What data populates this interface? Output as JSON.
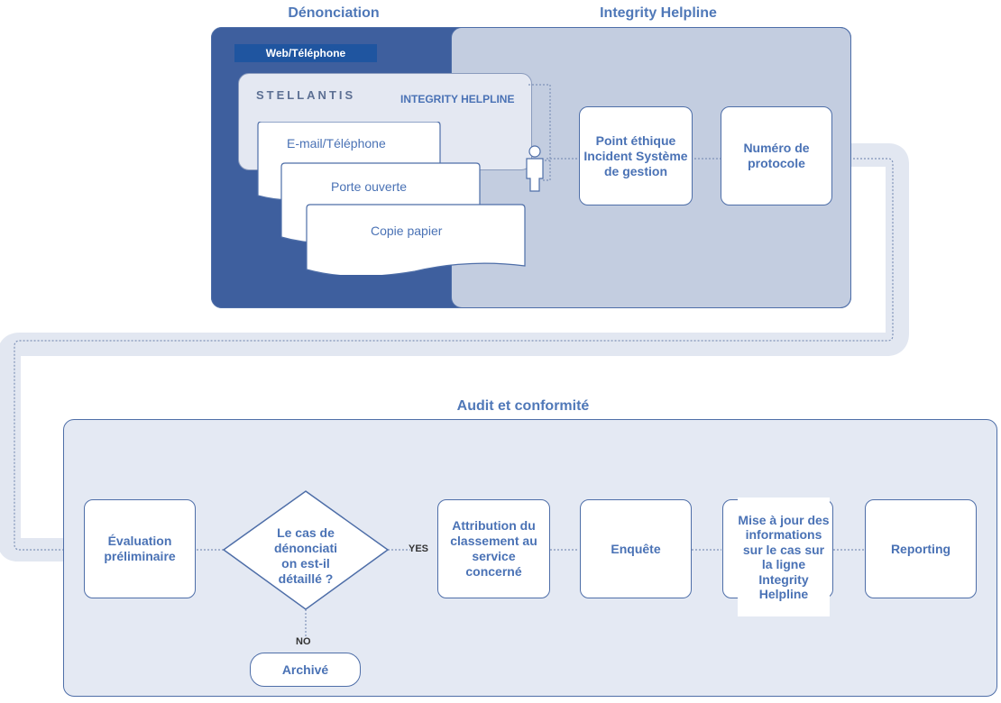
{
  "headers": {
    "denonciation": "Dénonciation",
    "integrity_helpline": "Integrity Helpline",
    "audit": "Audit et conformité"
  },
  "channels": {
    "web_tab": "Web/Téléphone",
    "brand_logo": "STELLANTIS",
    "helpline_title": "INTEGRITY HELPLINE",
    "email": "E-mail/Téléphone",
    "open_door": "Porte ouverte",
    "paper": "Copie papier"
  },
  "helpline_steps": {
    "ethics_point": "Point éthique Incident Système de gestion",
    "protocol_number": "Numéro de protocole"
  },
  "audit_steps": {
    "preliminary": "Évaluation préliminaire",
    "decision_lines": [
      "Le cas de",
      "dénonciati",
      "on est-il",
      "détaillé ?"
    ],
    "yes": "YES",
    "no": "NO",
    "archived": "Archivé",
    "attribution": "Attribution du classement au service concerné",
    "investigation": "Enquête",
    "update": "Mise à jour des informations sur le cas sur la ligne Integrity Helpline",
    "reporting": "Reporting"
  },
  "colors": {
    "dark_blue": "#3e5f9e",
    "light_panel": "#c3cde0",
    "audit_panel": "#e4e9f3",
    "tab_blue": "#1f55a0",
    "text_blue": "#4a72b5",
    "connector_band": "#e2e7f1"
  }
}
